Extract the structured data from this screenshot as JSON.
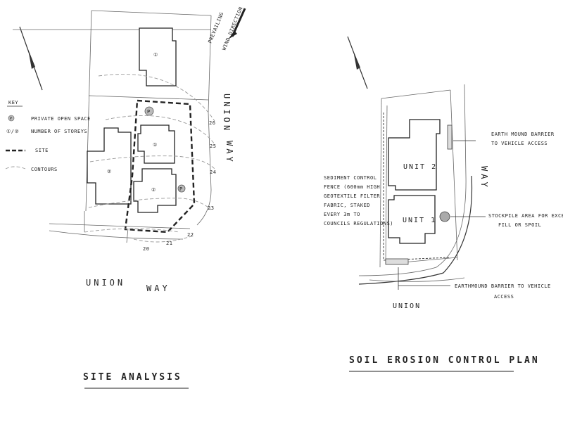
{
  "site_analysis": {
    "title": "SITE ANALYSIS",
    "street_bottom": [
      "UNION",
      "WAY"
    ],
    "street_right": [
      "UNION",
      "WAY"
    ],
    "wind_label": [
      "PREVAILING",
      "WIND DIRECTION"
    ],
    "key": {
      "heading": "KEY",
      "items": [
        {
          "symbol": "P",
          "label": "PRIVATE OPEN SPACE"
        },
        {
          "symbol": "①/②",
          "label": "NUMBER OF STOREYS"
        },
        {
          "symbol": "site-line",
          "label": "SITE"
        },
        {
          "symbol": "contour-line",
          "label": "CONTOURS"
        }
      ]
    },
    "building_numbers": [
      "①",
      "①",
      "②",
      "②"
    ],
    "private_space_marks": [
      "P",
      "P"
    ],
    "contour_labels": [
      "26",
      "25",
      "24",
      "23",
      "22",
      "21",
      "20"
    ]
  },
  "erosion_plan": {
    "title": "SOIL EROSION CONTROL PLAN",
    "units": [
      "UNIT 2",
      "UNIT 1"
    ],
    "street_right": "WAY",
    "street_bottom": "UNION",
    "notes": {
      "earth_barrier_top": [
        "EARTH MOUND BARRIER",
        "TO VEHICLE ACCESS"
      ],
      "sediment_fence": [
        "SEDIMENT CONTROL",
        "FENCE (600mm HIGH",
        "GEOTEXTILE FILTER",
        "FABRIC, STAKED",
        "EVERY 3m TO",
        "COUNCILS REGULATIONS)"
      ],
      "stockpile": [
        "STOCKPILE AREA FOR EXCESS",
        "FILL OR SPOIL"
      ],
      "earth_barrier_bottom": [
        "EARTHMOUND BARRIER TO VEHICLE",
        "ACCESS"
      ]
    }
  }
}
